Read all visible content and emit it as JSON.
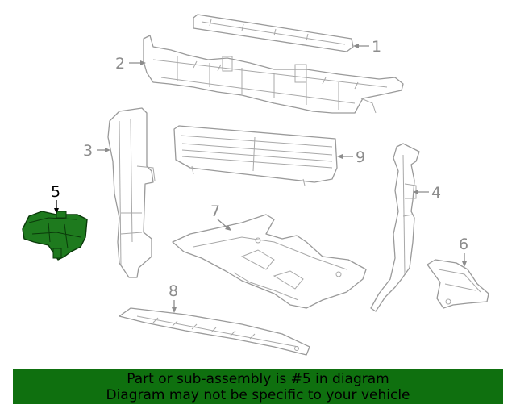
{
  "diagram": {
    "highlighted_part": "5",
    "callouts": [
      {
        "id": "1",
        "label": "1"
      },
      {
        "id": "2",
        "label": "2"
      },
      {
        "id": "3",
        "label": "3"
      },
      {
        "id": "4",
        "label": "4"
      },
      {
        "id": "5",
        "label": "5"
      },
      {
        "id": "6",
        "label": "6"
      },
      {
        "id": "7",
        "label": "7"
      },
      {
        "id": "8",
        "label": "8"
      },
      {
        "id": "9",
        "label": "9"
      }
    ],
    "colors": {
      "highlight_fill": "#1e7a1e",
      "outline": "#9a9a9a",
      "banner_bg": "#0f700f"
    }
  },
  "banner": {
    "line1": "Part or sub-assembly is #5 in diagram",
    "line2": "Diagram may not be specific to your vehicle"
  }
}
